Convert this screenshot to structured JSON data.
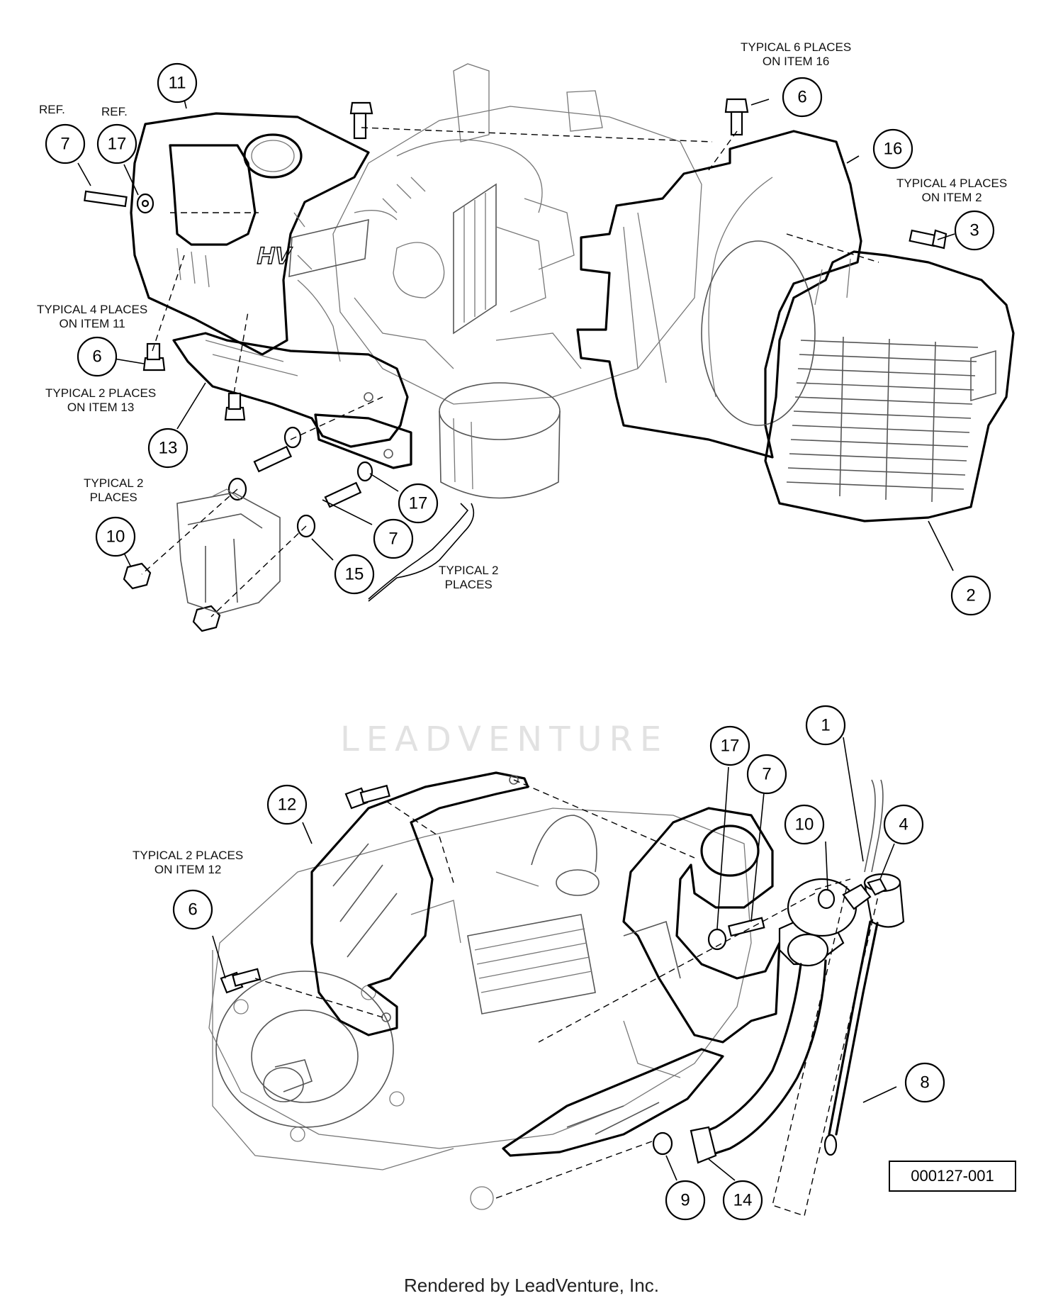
{
  "figure_code": "000127-001",
  "footer": "Rendered by LeadVenture, Inc.",
  "watermark": "LEADVENTURE",
  "engine_logo": "HV",
  "notes": {
    "ref_7": "REF.",
    "ref_17": "REF.",
    "top6_a": "TYPICAL 6 PLACES",
    "top6_b": "ON ITEM 16",
    "item2_a": "TYPICAL 4 PLACES",
    "item2_b": "ON ITEM 2",
    "item11_a": "TYPICAL 4 PLACES",
    "item11_b": "ON ITEM 11",
    "item13_a": "TYPICAL 2 PLACES",
    "item13_b": "ON ITEM 13",
    "typ2_left_a": "TYPICAL 2",
    "typ2_left_b": "PLACES",
    "typ2_right_a": "TYPICAL 2",
    "typ2_right_b": "PLACES",
    "item12_a": "TYPICAL 2 PLACES",
    "item12_b": "ON ITEM 12"
  },
  "callouts": {
    "c11": "11",
    "c7a": "7",
    "c17a": "17",
    "c6a": "6",
    "c16": "16",
    "c3": "3",
    "c6b": "6",
    "c13": "13",
    "c17b": "17",
    "c7b": "7",
    "c10a": "10",
    "c15": "15",
    "c2": "2",
    "c12": "12",
    "c6c": "6",
    "c17c": "17",
    "c7c": "7",
    "c1": "1",
    "c10b": "10",
    "c4": "4",
    "c8": "8",
    "c9": "9",
    "c14": "14"
  }
}
